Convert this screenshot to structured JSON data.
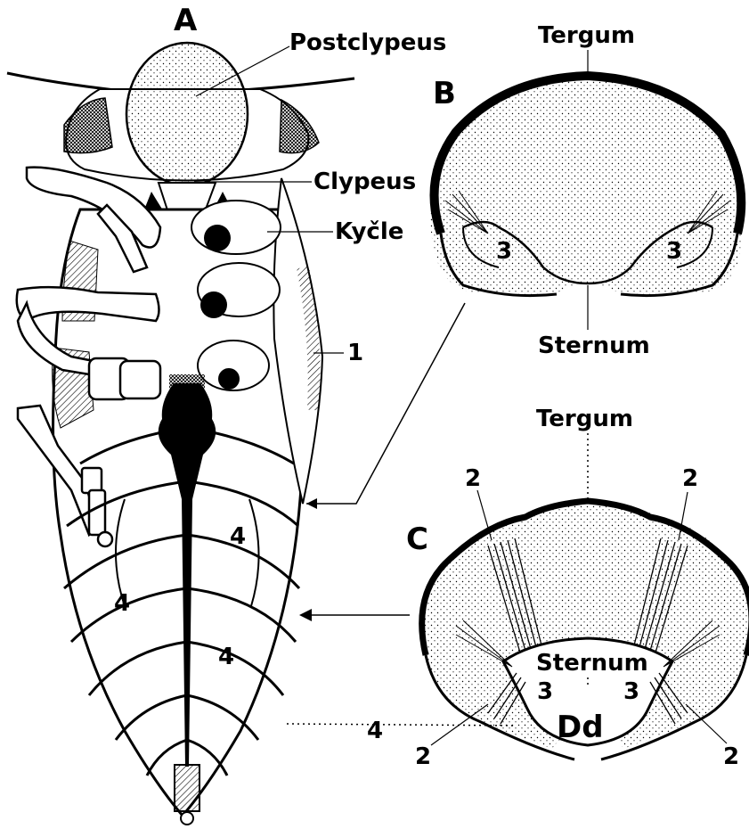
{
  "panels": {
    "a": {
      "letter": "A"
    },
    "b": {
      "letter": "B"
    },
    "c": {
      "letter": "C"
    }
  },
  "labels": {
    "postclypeus": "Postclypeus",
    "clypeus": "Clypeus",
    "kycle": "Kyčle",
    "one": "1",
    "tergum": "Tergum",
    "sternum": "Sternum",
    "three": "3",
    "two": "2",
    "four": "4",
    "dd": "Dd"
  },
  "colors": {
    "ink": "#000000",
    "paper": "#ffffff"
  }
}
